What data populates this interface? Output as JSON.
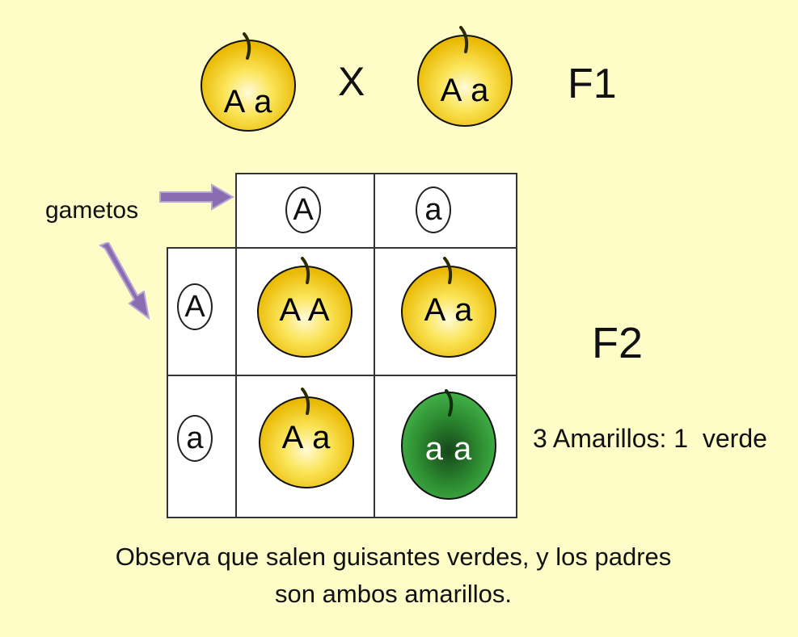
{
  "parents": {
    "left_genotype": "A a",
    "cross_symbol": "X",
    "right_genotype": "A a",
    "generation_label": "F1"
  },
  "gametes_label": "gametos",
  "punnett": {
    "top_gametes": [
      "A",
      "a"
    ],
    "side_gametes": [
      "A",
      "a"
    ],
    "cells": [
      {
        "genotype": "A A",
        "color": "yellow"
      },
      {
        "genotype": "A a",
        "color": "yellow"
      },
      {
        "genotype": "A a",
        "color": "yellow"
      },
      {
        "genotype": "a a",
        "color": "green"
      }
    ]
  },
  "f2_label": "F2",
  "ratio_text": "3 Amarillos: 1  verde",
  "caption_line1": "Observa que salen guisantes verdes, y los padres",
  "caption_line2": "son ambos amarillos.",
  "colors": {
    "background": "#fefdc8",
    "yellow_pea": "#f2c80f",
    "green_pea": "#2f9a35",
    "arrow": "#8a6db0"
  }
}
